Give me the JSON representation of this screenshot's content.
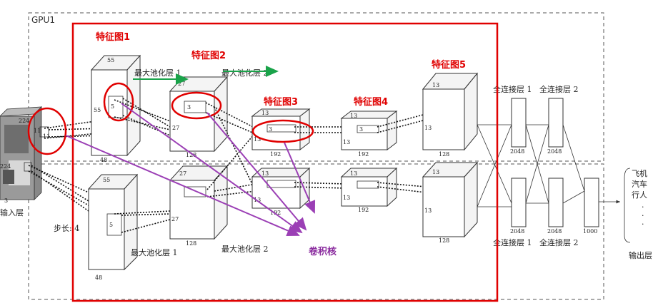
{
  "gpu_label": "GPU1",
  "input": {
    "dims": [
      "224",
      "11",
      "11",
      "224",
      "3"
    ],
    "label": "输入层"
  },
  "stride_label": "步长: 4",
  "feature_maps": [
    {
      "label": "特征图1",
      "dims_top": [
        "55",
        "5",
        "55",
        "48"
      ],
      "dims_bottom": [
        "55",
        "5",
        "48"
      ]
    },
    {
      "label": "特征图2",
      "dims_top": [
        "27",
        "3",
        "27",
        "128"
      ],
      "dims_bottom": [
        "27",
        "27",
        "128"
      ]
    },
    {
      "label": "特征图3",
      "dims_top": [
        "13",
        "3",
        "13",
        "192"
      ],
      "dims_bottom": [
        "13",
        "13",
        "192"
      ]
    },
    {
      "label": "特征图4",
      "dims_top": [
        "13",
        "3",
        "13",
        "192"
      ],
      "dims_bottom": [
        "13",
        "13",
        "192"
      ]
    },
    {
      "label": "特征图5",
      "dims_top": [
        "13",
        "13",
        "128"
      ],
      "dims_bottom": [
        "13",
        "13",
        "128"
      ]
    }
  ],
  "pool1_label": "最大池化层 1",
  "pool2_label": "最大池化层 2",
  "fc_top_labels": [
    "全连接层 1",
    "全连接层 2"
  ],
  "fc_bottom_labels": [
    "全连接层 1",
    "全连接层 2"
  ],
  "fc_dims": [
    "2048",
    "2048",
    "2048",
    "2048",
    "1000"
  ],
  "conv_kernel_label": "卷积核",
  "outputs": [
    "飞机",
    "汽车",
    "行人",
    "·",
    "·",
    "·"
  ],
  "output_label": "输出层",
  "colors": {
    "red": "#e00000",
    "purple": "#9b3fb5",
    "green": "#1aa34a"
  }
}
